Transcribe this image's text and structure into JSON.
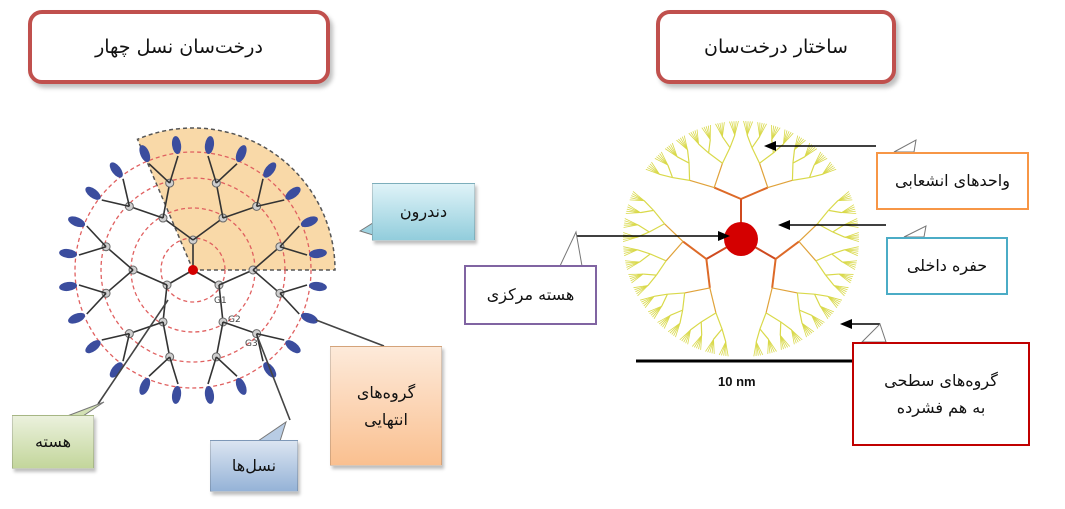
{
  "left_panel": {
    "title": "درخت‌سان نسل چهار",
    "labels": {
      "dendron": "دندرون",
      "end_groups_line1": "گروه‌های",
      "end_groups_line2": "انتهایی",
      "core": "هسته",
      "generations": "نسل‌ها"
    },
    "generation_marks": [
      "G1",
      "G2",
      "G3"
    ]
  },
  "right_panel": {
    "title": "ساختار درخت‌سان",
    "labels": {
      "branching_units": "واحدهای انشعابی",
      "inner_cavity": "حفره داخلی",
      "central_core": "هسته مرکزی",
      "surface_groups_line1": "گروه‌های سطحی",
      "surface_groups_line2": "به هم فشرده"
    },
    "scale_bar": "10 nm"
  },
  "colors": {
    "title_border": "#c0504d",
    "dendron_box": "#4bacc6",
    "end_groups_box": "#f79646",
    "core_box": "#9bbb59",
    "generations_box": "#4f81bd",
    "branching_units_border": "#f79646",
    "inner_cavity_border": "#4bacc6",
    "central_core_border": "#8064a2",
    "surface_groups_border": "#c00000",
    "terminal_group": "#3b4d9e",
    "wedge_fill": "#f9d9a8",
    "core_dot": "#d40000",
    "branch_red": "#d4501c",
    "branch_yellow": "#d9d94a"
  }
}
